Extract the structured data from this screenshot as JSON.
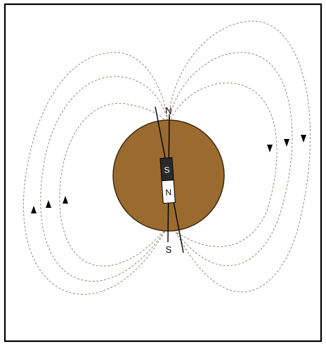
{
  "diagram": {
    "geographic_north_label": "N",
    "geographic_south_label": "S",
    "magnet_south_label": "S",
    "magnet_north_label": "N"
  },
  "colors": {
    "frame": "#000000",
    "earth_fill": "#9a6a2e",
    "earth_stroke": "#3b2a12",
    "field_line": "#8a7a66",
    "magnet_dark": "#2a2a2a",
    "magnet_light": "#ffffff",
    "arrow": "#000000"
  }
}
